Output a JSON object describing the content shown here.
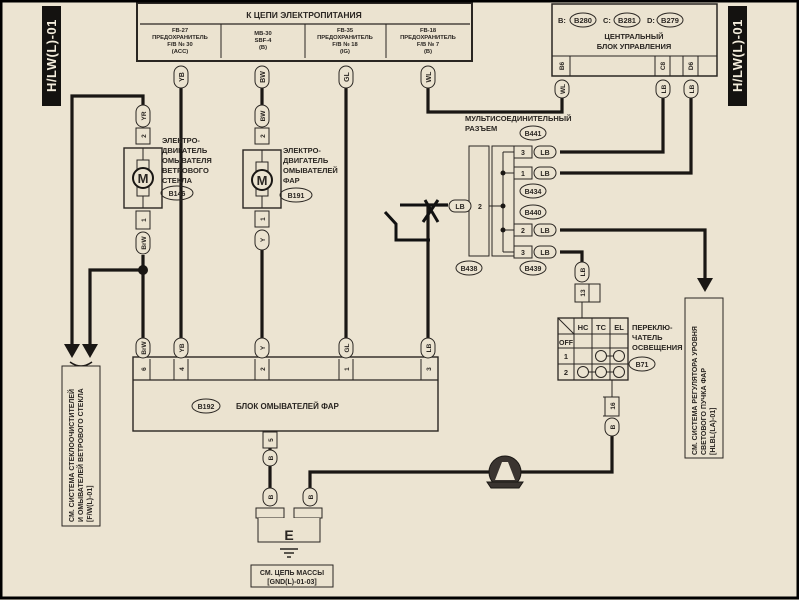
{
  "diagram": {
    "page_code_left": "H/LW(L)-01",
    "page_code_right": "H/LW(L)-01",
    "power_box": {
      "title": "К ЦЕПИ ЭЛЕКТРОПИТАНИЯ",
      "fuses": [
        {
          "line1": "FB-27",
          "line2": "ПРЕДОХРАНИТЕЛЬ",
          "line3": "F/B № 30",
          "line4": "(ACC)",
          "wire": "YB"
        },
        {
          "line1": "MB-30",
          "line2": "SBF-4",
          "line3": "(B)",
          "line4": "",
          "wire": "BW"
        },
        {
          "line1": "FB-35",
          "line2": "ПРЕДОХРАНИТЕЛЬ",
          "line3": "F/B № 18",
          "line4": "(IG)",
          "wire": "GL"
        },
        {
          "line1": "FB-18",
          "line2": "ПРЕДОХРАНИТЕЛЬ",
          "line3": "F/B № 7",
          "line4": "(B)",
          "wire": "WL"
        }
      ]
    },
    "central_unit": {
      "conn_b_prefix": "B:",
      "conn_b": "B280",
      "conn_c_prefix": "C:",
      "conn_c": "B281",
      "conn_d_prefix": "D:",
      "conn_d": "B279",
      "title_line1": "ЦЕНТРАЛЬНЫЙ",
      "title_line2": "БЛОК УПРАВЛЕНИЯ",
      "pins": [
        {
          "pin": "B6",
          "wire": "WL"
        },
        {
          "pin": "C8",
          "wire": "LB"
        },
        {
          "pin": "D6",
          "wire": "LB"
        }
      ]
    },
    "washer_motor": {
      "lines": [
        "ЭЛЕКТРО-",
        "ДВИГАТЕЛЬ",
        "ОМЫВАТЕЛЯ",
        "ВЕТРОВОГО",
        "СТЕКЛА"
      ],
      "connector": "B146",
      "symbol": "M",
      "pin_top": "2",
      "wire_top": "YR",
      "pin_bottom": "1",
      "wire_bottom": "BrW"
    },
    "headlamp_motor": {
      "lines": [
        "ЭЛЕКТРО-",
        "ДВИГАТЕЛЬ",
        "ОМЫВАТЕЛЕЙ",
        "ФАР"
      ],
      "connector": "B191",
      "symbol": "M",
      "pin_top": "2",
      "wire_top": "BW",
      "pin_bottom": "1",
      "wire_bottom": "Y"
    },
    "multi_connector": {
      "line1": "МУЛЬТИСОЕДИНИТЕЛЬНЫЙ",
      "line2": "РАЗЪЕМ",
      "connectors": [
        "B441",
        "B434",
        "B440",
        "B438",
        "B439"
      ],
      "input": {
        "pin": "2",
        "wire": "LB"
      },
      "outputs": [
        {
          "pin": "3",
          "wire": "LB"
        },
        {
          "pin": "1",
          "wire": "LB"
        },
        {
          "pin": "2",
          "wire": "LB"
        },
        {
          "pin": "3",
          "wire": "LB"
        }
      ]
    },
    "washer_unit": {
      "connector": "B192",
      "title": "БЛОК ОМЫВАТЕЛЕЙ ФАР",
      "pins": [
        {
          "pin": "6",
          "wire": "BrW"
        },
        {
          "pin": "4",
          "wire": "YB"
        },
        {
          "pin": "2",
          "wire": "Y"
        },
        {
          "pin": "1",
          "wire": "GL"
        },
        {
          "pin": "3",
          "wire": "LB"
        }
      ],
      "ground_pin": "5",
      "ground_wire": "B"
    },
    "light_switch": {
      "lines": [
        "ПЕРЕКЛЮ-",
        "ЧАТЕЛЬ",
        "ОСВЕЩЕНИЯ"
      ],
      "connector": "B71",
      "columns": [
        "HC",
        "TC",
        "EL"
      ],
      "rows": [
        "OFF",
        "1",
        "2"
      ],
      "pin_top": "13",
      "wire_top": "LB",
      "pin_bottom": "16",
      "wire_bottom": "B"
    },
    "ground": {
      "symbol": "E",
      "wire_left": "B",
      "wire_right": "B",
      "ref_line1": "СМ. ЦЕПЬ МАССЫ",
      "ref_line2": "[GND(L)-01-03]"
    },
    "ref_left": {
      "line1": "СМ. СИСТЕМА СТЕКЛООЧИСТИТЕЛЕЙ",
      "line2": "И ОМЫВАТЕЛЕЙ ВЕТРОВОГО СТЕКЛА",
      "line3": "[F/W(L)-01]"
    },
    "ref_right": {
      "line1": "СМ. СИСТЕМА РЕГУЛЯТОРА УРОВНЯ",
      "line2": "СВЕТОВОГО ПУЧКА ФАР",
      "line3": "[HLBL(LA)-01]"
    },
    "colors": {
      "paper": "#ece4d2",
      "ink": "#1e1b18",
      "wire": "#1a1714"
    }
  }
}
